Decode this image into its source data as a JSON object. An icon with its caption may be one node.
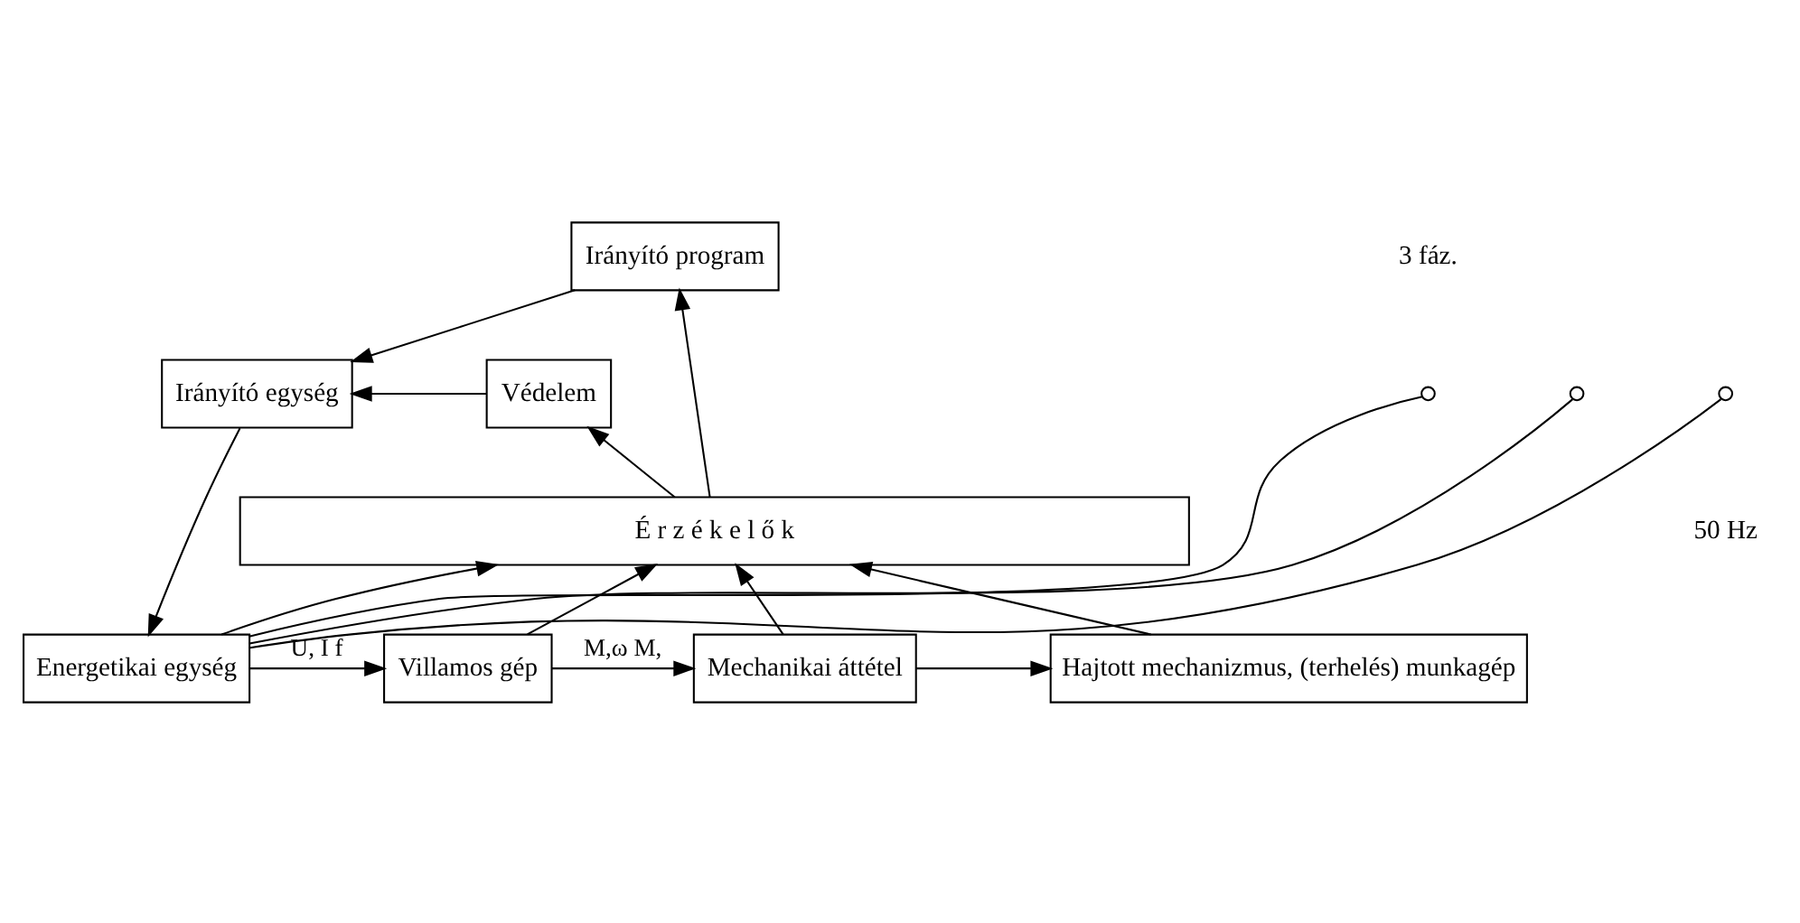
{
  "diagram": {
    "nodes": [
      {
        "text": [
          "Irányító program"
        ]
      },
      {
        "text": [
          "Irányító egység"
        ]
      },
      {
        "text": [
          "Védelem"
        ]
      },
      {
        "text": [
          "É r z é k e l ő k"
        ]
      },
      {
        "text": [
          "Energetikai egység"
        ]
      },
      {
        "text": [
          "Villamos gép"
        ]
      },
      {
        "text": [
          "Mechanikai áttétel"
        ]
      },
      {
        "text": [
          "Hajtott mechanizmus, (terhelés) munkagép"
        ]
      },
      {
        "text": [],
        "shape": "circle"
      },
      {
        "text": [],
        "shape": "circle"
      },
      {
        "text": [],
        "shape": "circle"
      }
    ],
    "edges": [
      {
        "from": 0,
        "to": 1,
        "arrow": "to"
      },
      {
        "from": 2,
        "to": 1,
        "arrow": "to"
      },
      {
        "from": 3,
        "to": 2,
        "arrow": "to"
      },
      {
        "from": 3,
        "to": 0,
        "arrow": "to"
      },
      {
        "from": 1,
        "to": 4,
        "arrow": "to"
      },
      {
        "from": 4,
        "to": 3,
        "arrow": "to"
      },
      {
        "from": 5,
        "to": 3,
        "arrow": "to"
      },
      {
        "from": 6,
        "to": 3,
        "arrow": "to"
      },
      {
        "from": 7,
        "to": 3,
        "arrow": "to"
      },
      {
        "from": 4,
        "to": 5,
        "arrow": "to",
        "label": "U, I f"
      },
      {
        "from": 5,
        "to": 6,
        "arrow": "to",
        "label": "M,ω M,"
      },
      {
        "from": 6,
        "to": 7,
        "arrow": "to"
      },
      {
        "from": 8,
        "to": 4,
        "arrow": "none"
      },
      {
        "from": 9,
        "to": 4,
        "arrow": "none"
      },
      {
        "from": 10,
        "to": 4,
        "arrow": "none"
      }
    ],
    "labels": [
      "3 fáz.",
      "50 Hz"
    ]
  }
}
